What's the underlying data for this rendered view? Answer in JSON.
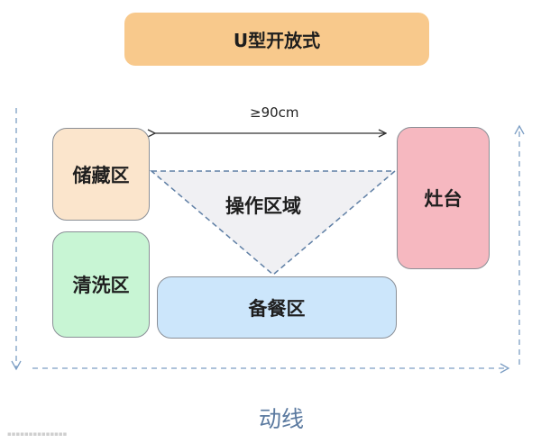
{
  "title": "U型开放式",
  "zones": {
    "storage": "储藏区",
    "washing": "清洗区",
    "stove": "灶台",
    "prep": "备餐区",
    "operation": "操作区域"
  },
  "distance_label": "≥90cm",
  "flow_label": "动线",
  "colors": {
    "title_bg": "#f8c98c",
    "storage_bg": "#fbe5cc",
    "washing_bg": "#c8f5d4",
    "stove_bg": "#f6b8c0",
    "prep_bg": "#cce6fb",
    "triangle_fill": "#f0f0f3",
    "arrow_blue": "#7c9ec4"
  }
}
